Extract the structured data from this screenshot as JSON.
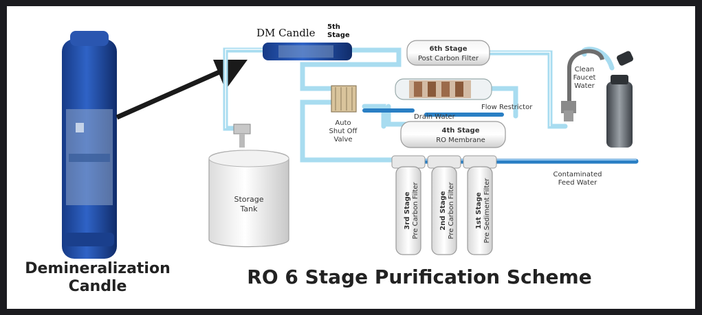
{
  "captions": {
    "left_line1": "Demineralization",
    "left_line2": "Candle",
    "main": "RO 6 Stage Purification Scheme"
  },
  "dm": {
    "label": "DM Candle",
    "stage_line1": "5th",
    "stage_line2": "Stage"
  },
  "stage6": {
    "title": "6th Stage",
    "subtitle": "Post Carbon Filter"
  },
  "stage4": {
    "title": "4th Stage",
    "subtitle": "RO Membrane"
  },
  "stage3": {
    "title": "3rd Stage",
    "subtitle": "Pre Carbon Filter"
  },
  "stage2": {
    "title": "2nd Stage",
    "subtitle": "Pre Carbon Filter"
  },
  "stage1": {
    "title": "1st Stage",
    "subtitle": "Pre Sediment Filter"
  },
  "labels": {
    "clean_line1": "Clean",
    "clean_line2": "Faucet",
    "clean_line3": "Water",
    "auto_line1": "Auto",
    "auto_line2": "Shut Off",
    "auto_line3": "Valve",
    "drain": "Drain Water",
    "restrictor": "Flow Restrictor",
    "contaminated_line1": "Contaminated",
    "contaminated_line2": "Feed Water",
    "storage_line1": "Storage",
    "storage_line2": "Tank"
  },
  "colors": {
    "candle_blue": "#1f4fa8",
    "pipe_clean": "#a8dcf0",
    "pipe_feed": "#2a7fc4",
    "arrow": "#1a1a1a"
  }
}
